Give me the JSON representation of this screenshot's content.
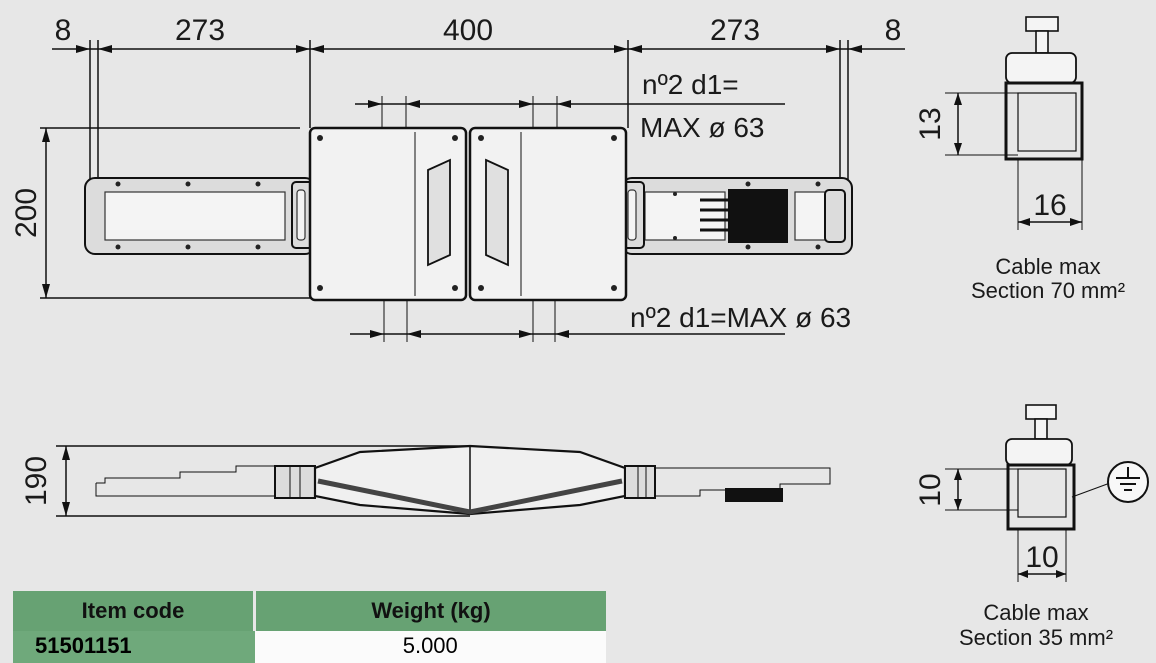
{
  "dimensions": {
    "end_left": "8",
    "bar_left": "273",
    "joint": "400",
    "bar_right": "273",
    "end_right": "8",
    "height_top": "200",
    "height_side": "190",
    "clamp_top_height": "13",
    "clamp_top_width": "16",
    "clamp_bottom_height": "10",
    "clamp_bottom_width": "10"
  },
  "notes": {
    "hole_top_line1": "nº2 d1=",
    "hole_top_line2": "MAX ø 63",
    "hole_bottom": "nº2 d1=MAX ø 63"
  },
  "captions": {
    "top_line1": "Cable max",
    "top_line2": "Section 70 mm²",
    "bottom_line1": "Cable max",
    "bottom_line2": "Section 35 mm²"
  },
  "table": {
    "headers": [
      "Item code",
      "Weight (kg)"
    ],
    "rows": [
      [
        "51501151",
        "5.000"
      ]
    ],
    "header_color": "#67a273"
  },
  "icons": [
    "earth-ground-icon"
  ]
}
